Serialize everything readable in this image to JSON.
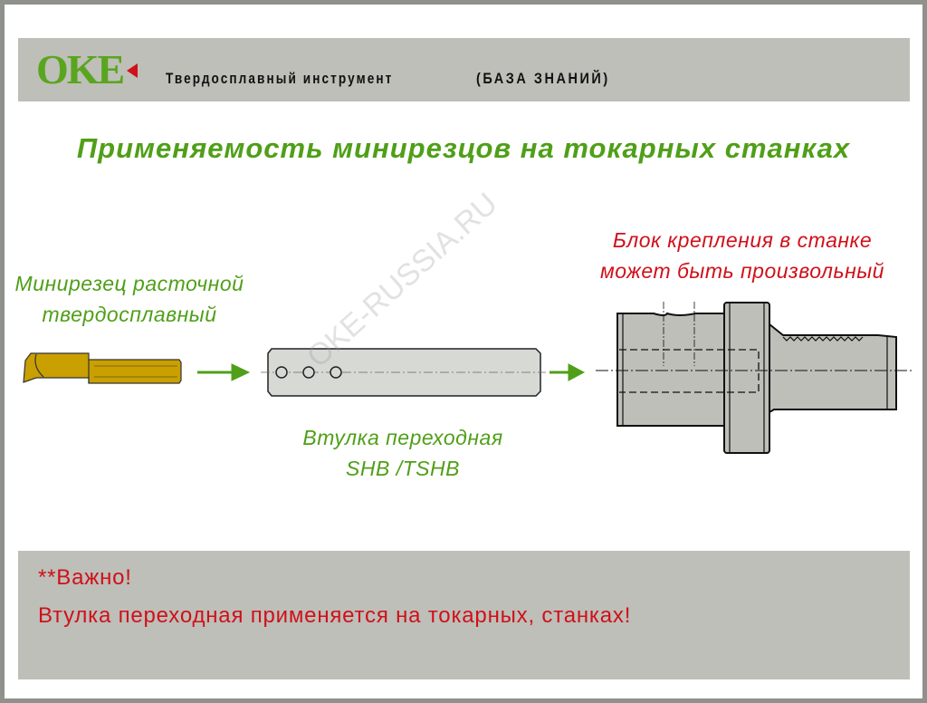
{
  "header": {
    "logo": "OKE",
    "title": "Твердосплавный инструмент",
    "subtitle": "(БАЗА ЗНАНИЙ)"
  },
  "title": "Применяемость минирезцов на токарных станках",
  "labels": {
    "cutter_line1": "Минирезец расточной",
    "cutter_line2": "твердосплавный",
    "sleeve_line1": "Втулка переходная",
    "sleeve_line2": "SHB /TSHB",
    "block_line1": "Блок крепления в станке",
    "block_line2": "может быть произвольный"
  },
  "watermark": "OKE-RUSSIA.RU",
  "note": {
    "line1": "**Важно!",
    "line2": "Втулка переходная применяется на токарных, станках!"
  },
  "colors": {
    "green": "#4f9f18",
    "red": "#d0101a",
    "gold": "#c9a000",
    "panel": "#bdbfb8"
  }
}
